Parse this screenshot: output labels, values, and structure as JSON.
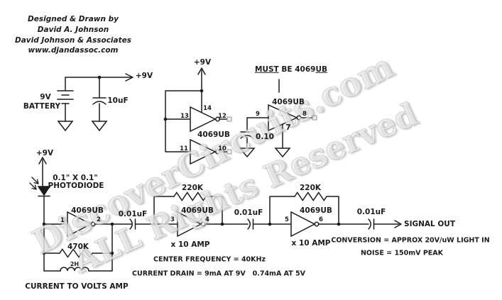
{
  "colors": {
    "ink": "#1c1c1c",
    "terminal_fill": "#ececec",
    "terminal_edge": "#9a9a9a",
    "watermark": "#cccccc"
  },
  "header": {
    "line1": "Designed & Drawn by",
    "line2": "David A. Johnson",
    "line3": "David Johnson & Associates",
    "line4": "www.djandassoc.com"
  },
  "power_supply": {
    "rail_label": "+9V",
    "battery_line1": "9V",
    "battery_line2": "BATTERY",
    "filter_cap": "10uF"
  },
  "oscillator": {
    "supply_label": "+9V",
    "pin14": "14",
    "pin13": "13",
    "pin12": "12",
    "ic_label": "4069UB",
    "pin11": "11",
    "pin10": "10",
    "note_must": "MUST",
    "note_mid": " BE 4069",
    "note_ub": "UB",
    "buffer_ic_label": "4069UB",
    "pin9": "9",
    "pin8": "8",
    "pin7": "7",
    "bypass_cap": "0.10"
  },
  "photodiode_stage": {
    "supply_label": "+9V",
    "size_line1": "0.1\" X 0.1\"",
    "size_line2": "PHOTODIODE",
    "ic_label": "4069UB",
    "pin1": "1",
    "pin2": "2",
    "feedback_resistor": "470K",
    "feedback_inductor": "2H",
    "caption": "CURRENT TO VOLTS AMP",
    "coupling_cap": "0.01uF"
  },
  "amp_stage_2": {
    "feedback_resistor": "220K",
    "ic_label": "4069UB",
    "pin3": "3",
    "pin4": "4",
    "gain_label": "x 10 AMP",
    "coupling_cap": "0.01uF"
  },
  "amp_stage_3": {
    "feedback_resistor": "220K",
    "ic_label": "4069UB",
    "pin5": "5",
    "pin6": "6",
    "gain_label": "x 10 AMP",
    "output_cap": "0.01uF"
  },
  "output": {
    "signal_label": "SIGNAL OUT",
    "conversion_note": "CONVERSION = APPROX 20V/uW LIGHT IN",
    "noise_note": "NOISE = 150mV PEAK"
  },
  "notes": {
    "center_frequency": "CENTER FREQUENCY = 40KHz",
    "current_drain": "CURRENT DRAIN = 9mA AT 9V   0.74mA AT 5V"
  },
  "watermark": {
    "line1": "DiscoverCircuits.com",
    "line2": "ALL Rights Reserved"
  }
}
